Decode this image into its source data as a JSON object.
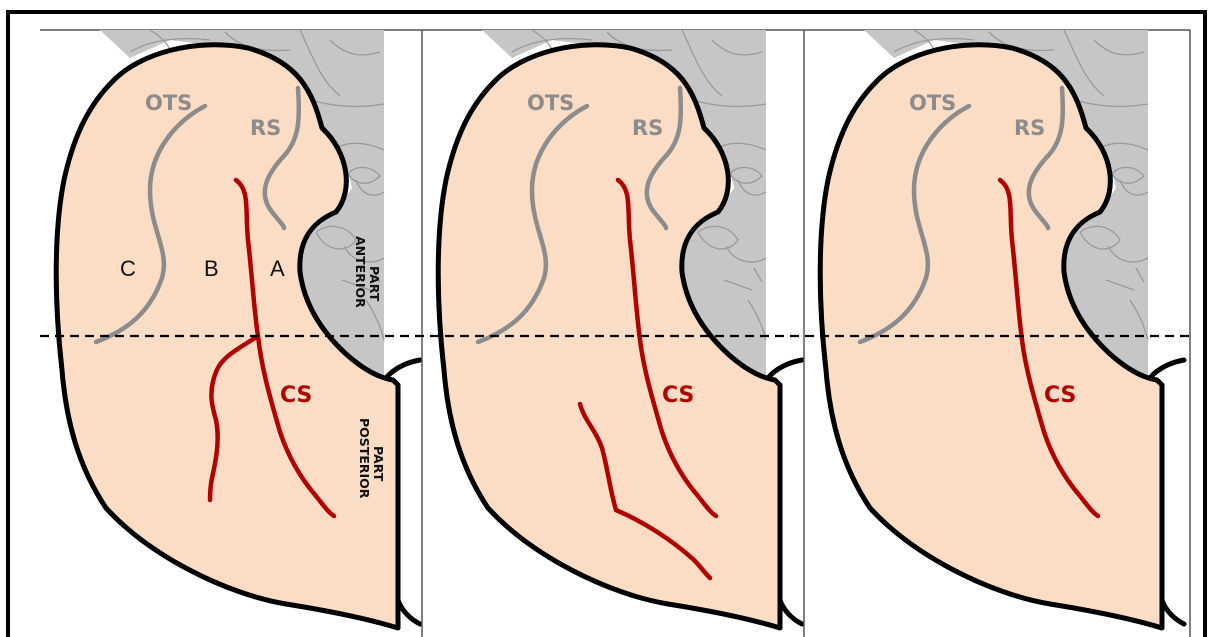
{
  "colors": {
    "tissue_fill": "#fbdcc4",
    "cerebellum_fill": "#c6c6c6",
    "outline": "#000000",
    "sulcus_gray": "#8c8c8c",
    "collateral_sulcus_red": "#b00000",
    "label_text": "#111111"
  },
  "panels": [
    {
      "ots_label": "OTS",
      "rs_label": "RS",
      "cs_label": "CS",
      "region_a": "A",
      "region_b": "B",
      "region_c": "C",
      "anterior_label": "ANTERIOR PART",
      "anterior_line1": "ANTERIOR",
      "anterior_line2": "PART",
      "posterior_label": "POSTERIOR PART",
      "posterior_line1": "POSTERIOR",
      "posterior_line2": "PART"
    },
    {
      "ots_label": "OTS",
      "rs_label": "RS",
      "cs_label": "CS"
    },
    {
      "ots_label": "OTS",
      "rs_label": "RS",
      "cs_label": "CS"
    }
  ]
}
